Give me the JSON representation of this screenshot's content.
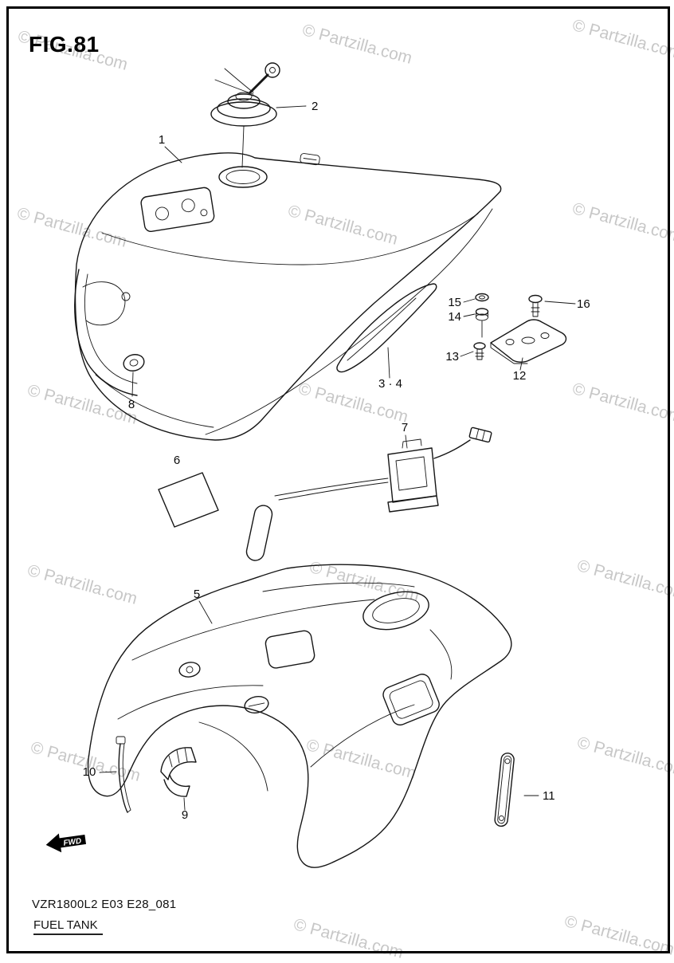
{
  "figure": {
    "label": "FIG.81"
  },
  "watermark": {
    "text": "© Partzilla.com"
  },
  "footer": {
    "code": "VZR1800L2 E03 E28_081",
    "title": "FUEL TANK"
  },
  "fwd": {
    "label": "FWD"
  },
  "callouts": {
    "c1": "1",
    "c2": "2",
    "c34": "3 · 4",
    "c5": "5",
    "c6": "6",
    "c7": "7",
    "c8": "8",
    "c9": "9",
    "c10": "10",
    "c11": "11",
    "c12": "12",
    "c13": "13",
    "c14": "14",
    "c15": "15",
    "c16": "16"
  }
}
